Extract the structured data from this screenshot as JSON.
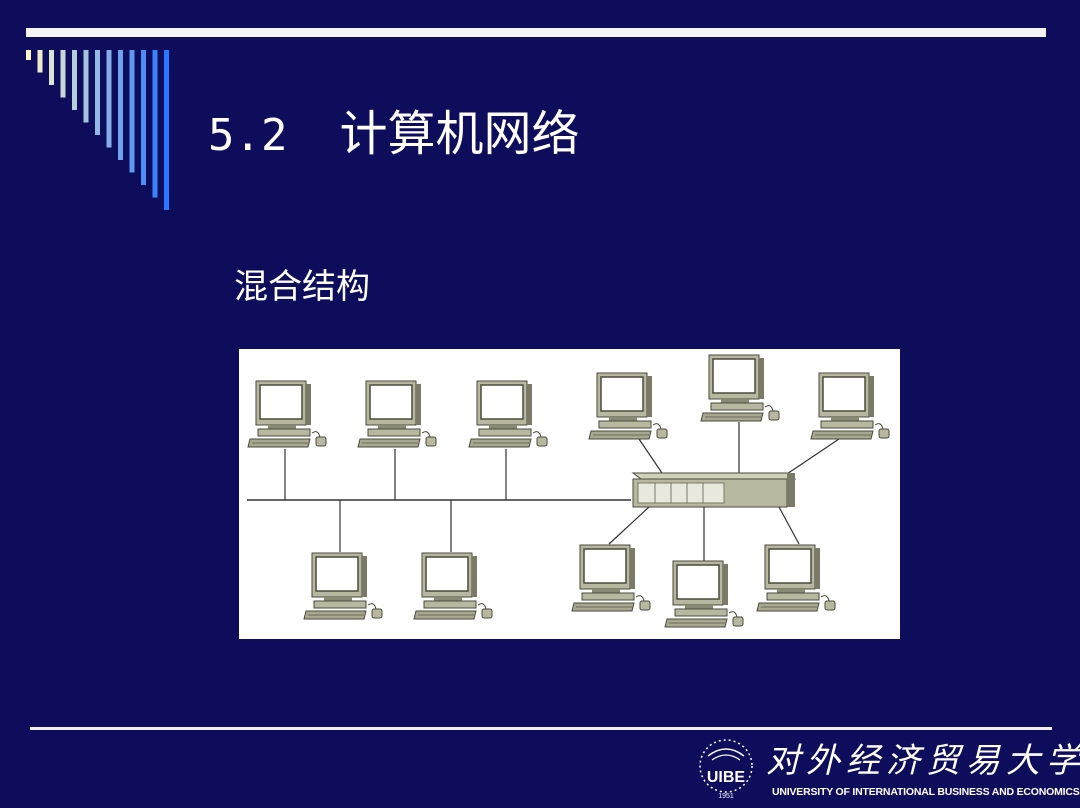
{
  "slide": {
    "section_number": "5.2",
    "title": "计算机网络",
    "subtitle": "混合结构"
  },
  "diagram": {
    "nodes": [
      "computer-1",
      "computer-2",
      "computer-3",
      "computer-4",
      "computer-5",
      "computer-6",
      "computer-7",
      "computer-8",
      "computer-9",
      "computer-10",
      "computer-11",
      "hub"
    ]
  },
  "logo": {
    "seal_text": "UIBE",
    "seal_year": "1951",
    "name_cn": "对外经济贸易大学",
    "name_en": "UNIVERSITY OF INTERNATIONAL BUSINESS AND ECONOMICS"
  },
  "colors": {
    "background": "#0d0d5c",
    "text": "#ffffff",
    "computer_body": "#b8b8a0",
    "computer_shadow": "#6d6d5a"
  }
}
